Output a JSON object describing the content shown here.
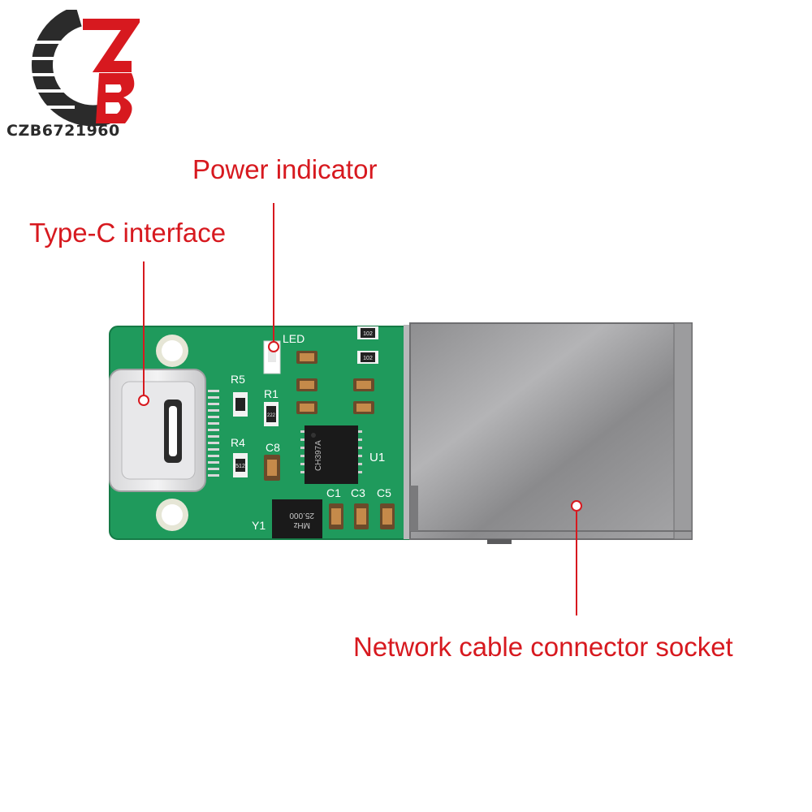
{
  "brand": {
    "logo_text": "CZB6721960",
    "accent_color": "#d7191f",
    "dark_color": "#2b2b2b"
  },
  "callouts": {
    "power_indicator": "Power indicator",
    "typec_interface": "Type-C interface",
    "network_socket": "Network cable connector socket"
  },
  "board_silkscreen": {
    "led": "LED",
    "u1": "U1",
    "y1": "Y1",
    "r1": "R1",
    "r4": "R4",
    "r5": "R5",
    "c1": "C1",
    "c3": "C3",
    "c5": "C5",
    "c8": "C8",
    "chip": "CH397A",
    "crystal_top": "25.000",
    "crystal_bottom": "MHz",
    "res_102": "102",
    "res_512": "512",
    "res_222": "222"
  },
  "colors": {
    "pcb": "#1f9a5c",
    "pcb_dark": "#157a46",
    "metal": "#9c9c9e",
    "metal_dark": "#6e6e70"
  }
}
